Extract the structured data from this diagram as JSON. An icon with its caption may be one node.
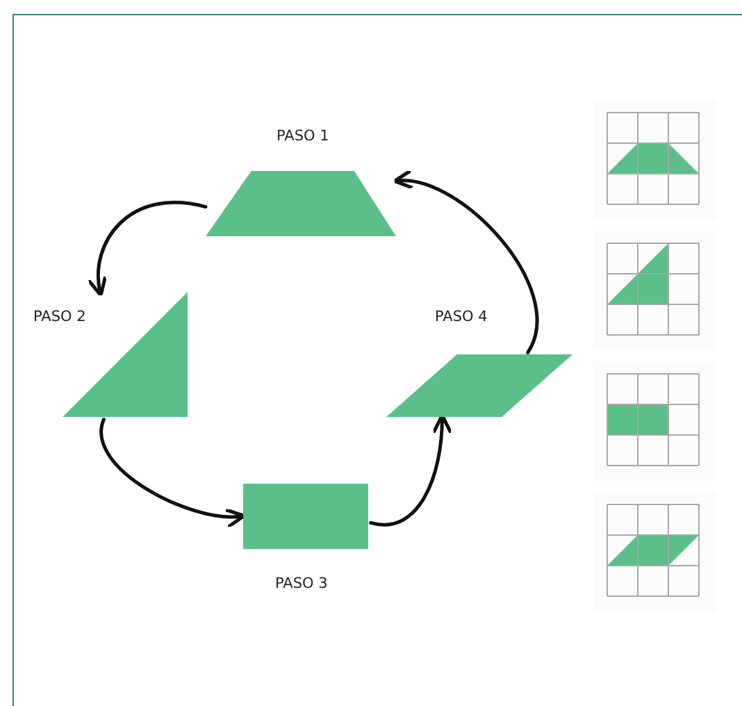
{
  "diagram": {
    "nodes": [
      {
        "text": [],
        "shape": "trapezoid",
        "beside": [
          "PASO 1"
        ]
      },
      {
        "text": [],
        "shape": "triangle",
        "beside": [
          "PASO 2"
        ]
      },
      {
        "text": [],
        "shape": "box",
        "beside": [
          "PASO 3"
        ]
      },
      {
        "text": [],
        "shape": "parallelogram",
        "beside": [
          "PASO 4"
        ]
      }
    ],
    "edges": [
      {
        "from": 0,
        "to": 1,
        "arrow": "to"
      },
      {
        "from": 1,
        "to": 2,
        "arrow": "to"
      },
      {
        "from": 2,
        "to": 3,
        "arrow": "to"
      },
      {
        "from": 3,
        "to": 0,
        "arrow": "to"
      }
    ]
  }
}
